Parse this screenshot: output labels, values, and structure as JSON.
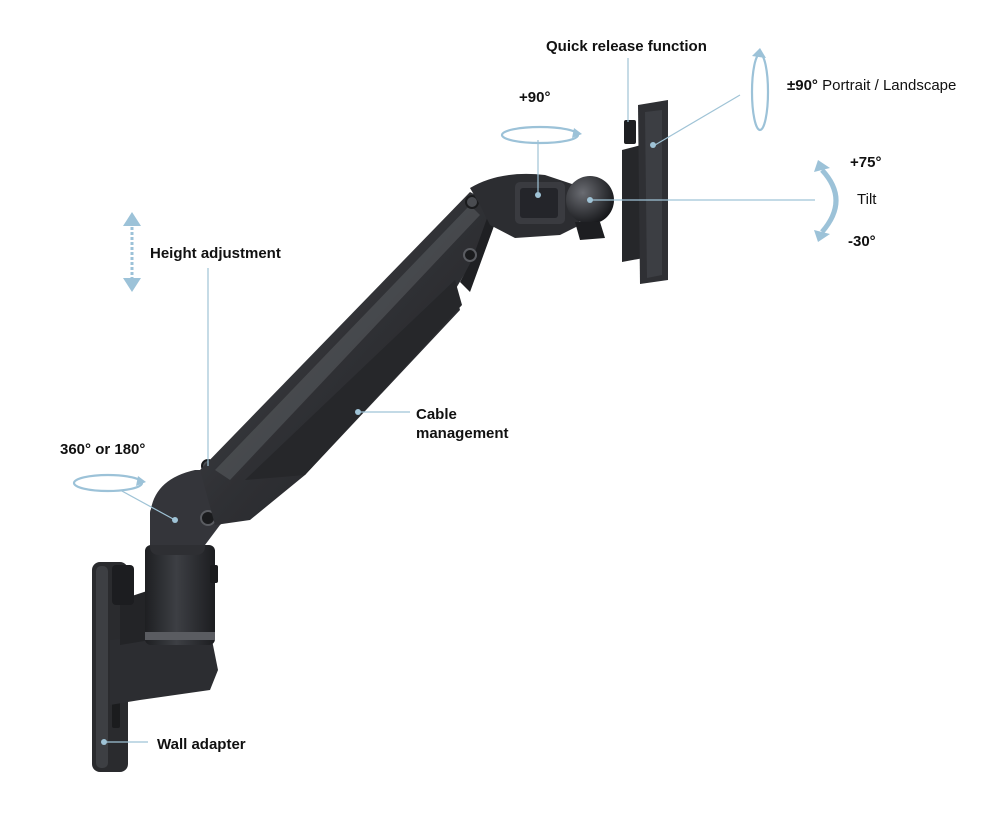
{
  "labels": {
    "quick_release": "Quick release function",
    "portrait_value": "±90°",
    "portrait_text": "Portrait / Landscape",
    "swivel_top": "+90°",
    "tilt_up": "+75°",
    "tilt_word": "Tilt",
    "tilt_down": "-30°",
    "height": "Height adjustment",
    "cable_line1": "Cable",
    "cable_line2": "management",
    "base_rotation": "360° or 180°",
    "wall_adapter": "Wall adapter"
  },
  "colors": {
    "arm_dark": "#2b2c2f",
    "arm_mid": "#3a3b3f",
    "arm_light": "#55575c",
    "arrow_blue": "#9cc2d8",
    "leader_line": "#9fc3d6",
    "label_text": "#111111"
  },
  "icons": {
    "rotation": "rotation-ellipse-arrow-icon",
    "height": "double-vertical-arrow-icon",
    "tilt": "curved-arrow-icon"
  }
}
